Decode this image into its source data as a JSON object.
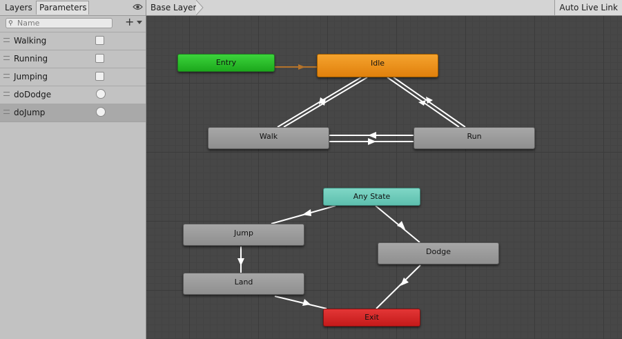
{
  "left_panel": {
    "tabs": [
      {
        "label": "Layers"
      },
      {
        "label": "Parameters"
      }
    ],
    "search": {
      "placeholder": "Name",
      "value": ""
    },
    "add_label": "+",
    "parameters": [
      {
        "name": "Walking",
        "type": "bool",
        "selected": false
      },
      {
        "name": "Running",
        "type": "bool",
        "selected": false
      },
      {
        "name": "Jumping",
        "type": "bool",
        "selected": false
      },
      {
        "name": "doDodge",
        "type": "trigger",
        "selected": false
      },
      {
        "name": "doJump",
        "type": "trigger",
        "selected": true
      }
    ]
  },
  "header": {
    "breadcrumb": "Base Layer",
    "auto_live_link": "Auto Live Link"
  },
  "graph": {
    "states": {
      "entry": "Entry",
      "idle": "Idle",
      "walk": "Walk",
      "run": "Run",
      "any_state": "Any State",
      "jump": "Jump",
      "dodge": "Dodge",
      "land": "Land",
      "exit": "Exit"
    },
    "colors": {
      "entry": "#2ec22e",
      "idle": "#f0921e",
      "any_state": "#6fcfbe",
      "exit": "#d42626",
      "state": "#9c9c9c",
      "default_transition": "#b5732a",
      "transition": "#ffffff"
    }
  }
}
